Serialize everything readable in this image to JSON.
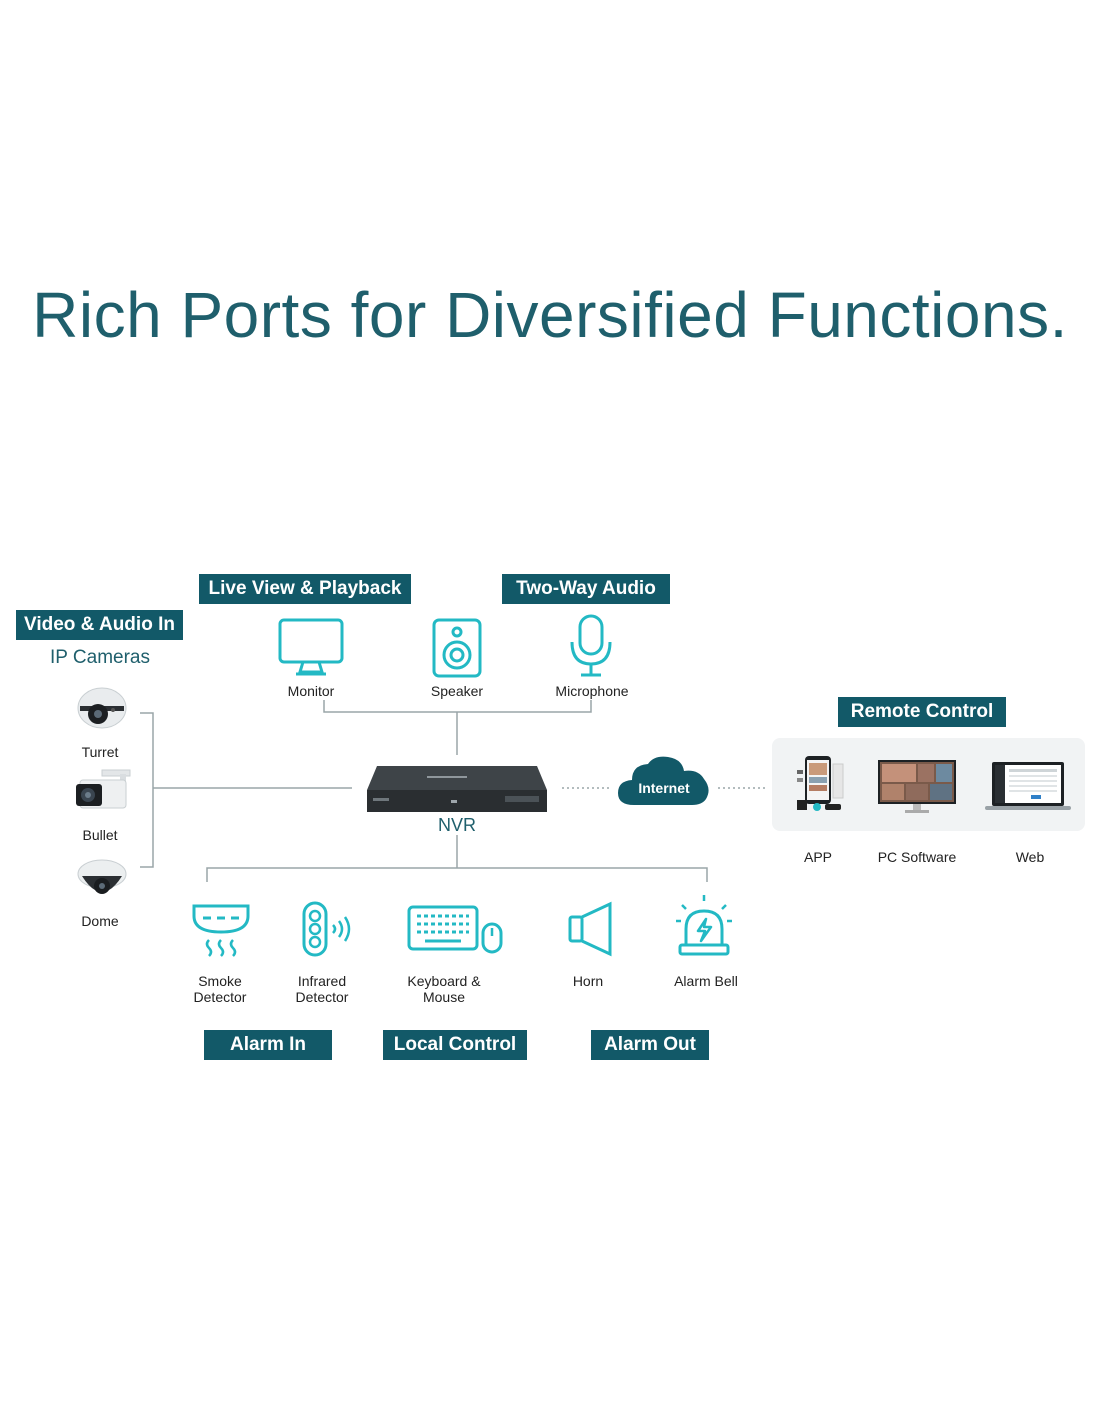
{
  "title": "Rich Ports for Diversified Functions.",
  "groups": {
    "video_audio_in": "Video & Audio In",
    "live_view": "Live View & Playback",
    "two_way_audio": "Two-Way Audio",
    "remote_control": "Remote Control",
    "alarm_in": "Alarm In",
    "local_control": "Local Control",
    "alarm_out": "Alarm Out"
  },
  "ip_cameras": {
    "heading": "IP Cameras",
    "items": [
      "Turret",
      "Bullet",
      "Dome"
    ]
  },
  "outputs": {
    "monitor": "Monitor",
    "speaker": "Speaker",
    "microphone": "Microphone"
  },
  "center": {
    "nvr": "NVR",
    "internet": "Internet"
  },
  "remote": {
    "app": "APP",
    "pc_software": "PC Software",
    "web": "Web"
  },
  "peripherals": {
    "smoke": "Smoke\nDetector",
    "infrared": "Infrared\nDetector",
    "keyboard": "Keyboard &\nMouse",
    "horn": "Horn",
    "alarm_bell": "Alarm Bell"
  },
  "colors": {
    "brand_dark": "#125968",
    "title_teal": "#1f5f6c",
    "icon_cyan": "#23b9c4",
    "line_gray": "#9aa5a8"
  }
}
